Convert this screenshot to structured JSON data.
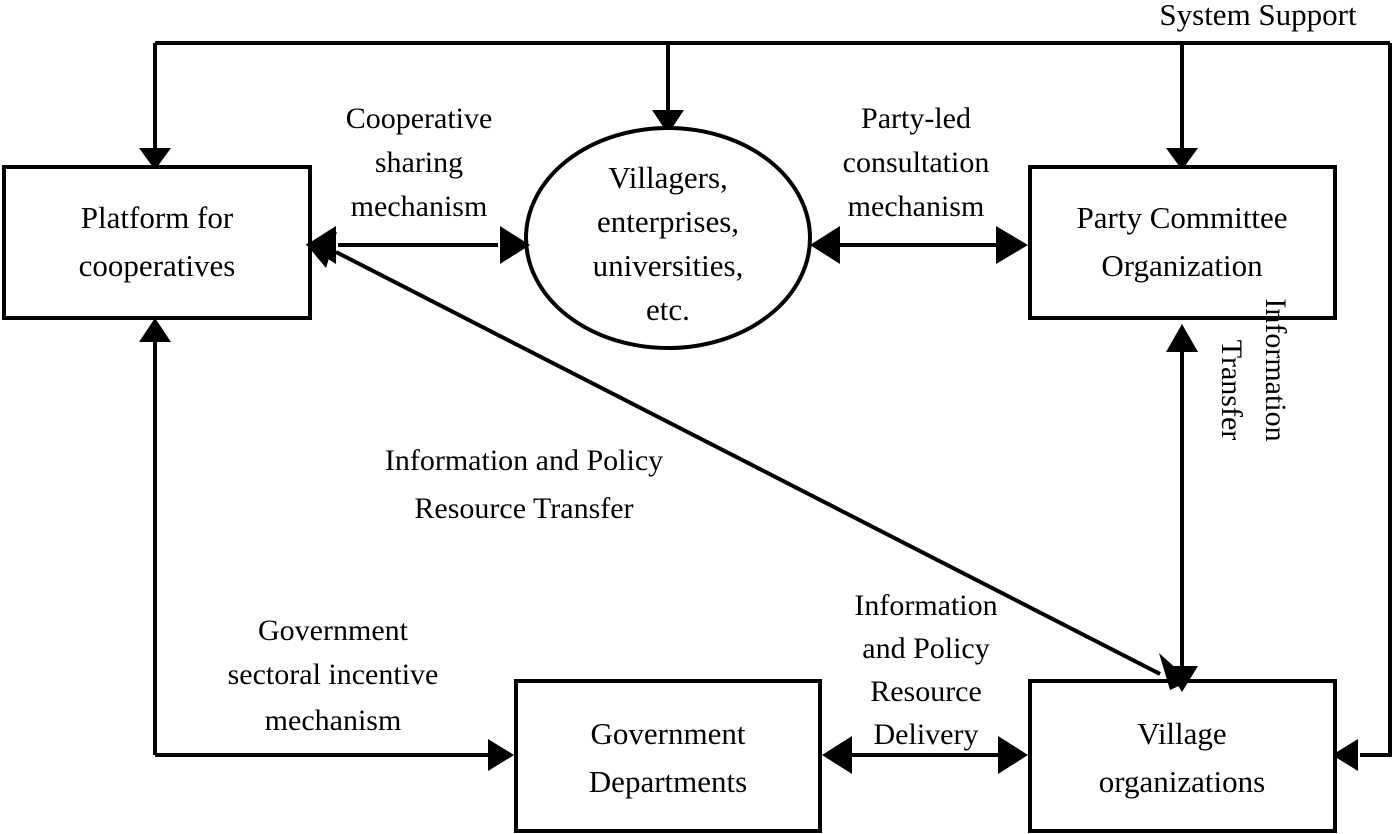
{
  "diagram": {
    "title": "System Support",
    "nodes": [
      {
        "id": "platform",
        "shape": "rect",
        "lines": [
          "Platform for",
          "cooperatives"
        ]
      },
      {
        "id": "villagers",
        "shape": "ellipse",
        "lines": [
          "Villagers,",
          "enterprises,",
          "universities,",
          "etc."
        ]
      },
      {
        "id": "party",
        "shape": "rect",
        "lines": [
          "Party Committee",
          "Organization"
        ]
      },
      {
        "id": "gov",
        "shape": "rect",
        "lines": [
          "Government",
          "Departments"
        ]
      },
      {
        "id": "village",
        "shape": "rect",
        "lines": [
          "Village",
          "organizations"
        ]
      }
    ],
    "edge_labels": [
      {
        "id": "cooperative-sharing",
        "lines": [
          "Cooperative",
          "sharing",
          "mechanism"
        ]
      },
      {
        "id": "party-led-consultation",
        "lines": [
          "Party-led",
          "consultation",
          "mechanism"
        ]
      },
      {
        "id": "info-policy-transfer",
        "lines": [
          "Information and Policy",
          "Resource Transfer"
        ]
      },
      {
        "id": "gov-incentive",
        "lines": [
          "Government",
          "sectoral incentive",
          "mechanism"
        ]
      },
      {
        "id": "info-policy-delivery",
        "lines": [
          "Information",
          "and Policy",
          "Resource",
          "Delivery"
        ]
      },
      {
        "id": "information-transfer",
        "lines": [
          "Information",
          "Transfer"
        ]
      }
    ],
    "colors": {
      "stroke": "#000000",
      "fill": "#ffffff",
      "text": "#000000"
    }
  }
}
